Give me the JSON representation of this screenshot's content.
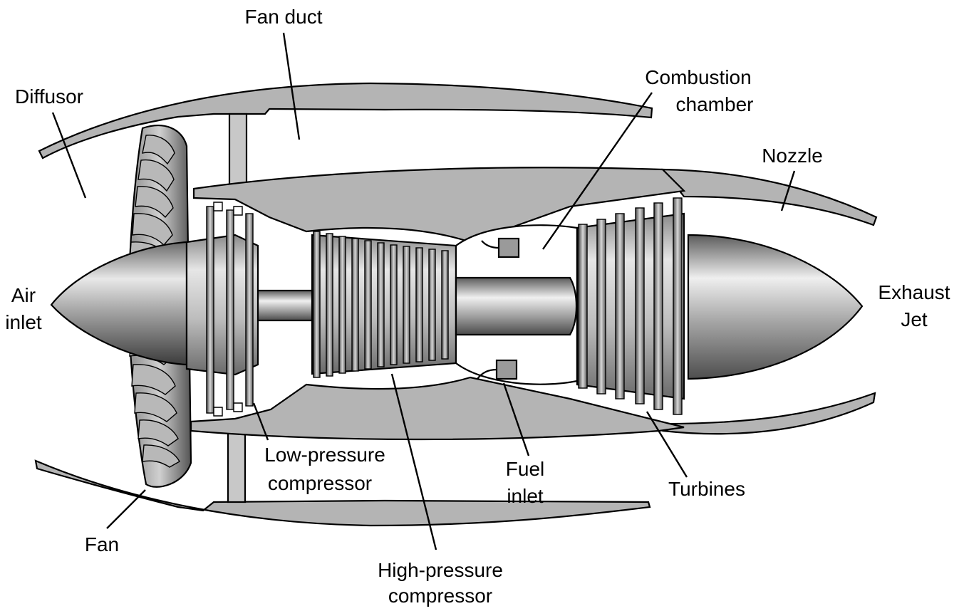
{
  "labels": {
    "fan_duct": "Fan duct",
    "diffusor": "Diffusor",
    "combustion_line1": "Combustion",
    "combustion_line2": "chamber",
    "nozzle": "Nozzle",
    "air_line1": "Air",
    "air_line2": "inlet",
    "exhaust_line1": "Exhaust",
    "exhaust_line2": "Jet",
    "lpc_line1": "Low-pressure",
    "lpc_line2": "compressor",
    "fuel_line1": "Fuel",
    "fuel_line2": "inlet",
    "turbines": "Turbines",
    "fan": "Fan",
    "hpc_line1": "High-pressure",
    "hpc_line2": "compressor"
  },
  "colors": {
    "casing": "#b4b4b4",
    "outline": "#000000",
    "background": "#ffffff"
  }
}
